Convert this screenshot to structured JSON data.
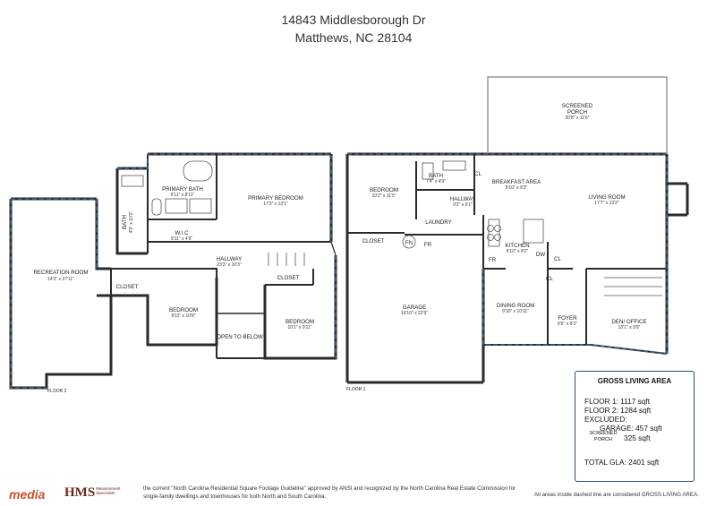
{
  "header": {
    "address_line1": "14843 Middlesborough Dr",
    "address_line2": "Matthews, NC  28104"
  },
  "floor2": {
    "label": "FLOOR 2",
    "rooms": {
      "recreation": {
        "name": "RECREATION ROOM",
        "dims": "14'3\" x 27'11\""
      },
      "primary_bath": {
        "name": "PRIMARY BATH",
        "dims": "9'11\" x 8'11\""
      },
      "primary_bedroom": {
        "name": "PRIMARY BEDROOM",
        "dims": "17'3\" x 13'1\""
      },
      "bath": {
        "name": "BATH",
        "dims": "4'9\" x 10'2\""
      },
      "wic": {
        "name": "W.I.C",
        "dims": "9'11\" x 4'9\""
      },
      "hallway": {
        "name": "HALLWAY",
        "dims": "23'3\" x 10'3\""
      },
      "closet1": {
        "name": "CLOSET"
      },
      "closet2": {
        "name": "CLOSET"
      },
      "bedroom1": {
        "name": "BEDROOM",
        "dims": "9'11\" x 10'8\""
      },
      "bedroom2": {
        "name": "BEDROOM",
        "dims": "10'1\" x 9'11\""
      },
      "open_below": {
        "name": "OPEN TO BELOW"
      }
    }
  },
  "floor1": {
    "label": "FLOOR 1",
    "rooms": {
      "screened_porch": {
        "name": "SCREENED",
        "name2": "PORCH",
        "dims": "20'8\" x 11'6\""
      },
      "bedroom": {
        "name": "BEDROOM",
        "dims": "10'2\" x 11'5\""
      },
      "bath": {
        "name": "BATH",
        "dims": "7'4\" x 4'9\""
      },
      "hallway": {
        "name": "HALLWAY",
        "dims": "9'2\" x 6'1\""
      },
      "breakfast": {
        "name": "BREAKFAST AREA",
        "dims": "9'10\" x 9'3\""
      },
      "living": {
        "name": "LIVING ROOM",
        "dims": "17'7\" x 13'2\""
      },
      "laundry": {
        "name": "LAUNDRY"
      },
      "closet": {
        "name": "CLOSET"
      },
      "kitchen": {
        "name": "KITCHEN",
        "dims": "9'10\" x 8'2\""
      },
      "garage": {
        "name": "GARAGE",
        "dims": "19'10\" x 22'9\""
      },
      "dining": {
        "name": "DINING ROOM",
        "dims": "9'10\" x 10'11\""
      },
      "foyer": {
        "name": "FOYER",
        "dims": "6'6\" x 8'3\""
      },
      "den": {
        "name": "DEN/ OFFICE",
        "dims": "10'1\" x 9'9\""
      },
      "fn": "FN",
      "fr": "FR",
      "fr2": "FR",
      "dw": "DW",
      "cl": "CL",
      "cl2": "CL",
      "cl3": "CL"
    }
  },
  "gla": {
    "title": "GROSS LIVING AREA",
    "floor1": "FLOOR 1: 1117 sqft",
    "floor2": "FLOOR 2: 1284 sqft",
    "excluded": "EXCLUDED:",
    "garage": "GARAGE: 457 sqft",
    "screened_label": "SCREENED\nPORCH",
    "screened_value": "325 sqft",
    "total": "TOTAL GLA: 2401 sqft"
  },
  "footer": {
    "disclaimer": "the current \"North Carolina Residential Square Footage Guideline\" approved by ANSI and recognized by the North Carolina Real Estate Commission for single-family dwellings and townhouses for both North and South Carolina.",
    "note": "All areas inside dashed line are considered GROSS LIVING AREA.",
    "logo1": "media",
    "logo2": "HMS",
    "logo2_sub": "Measurement\nSpecialists"
  },
  "colors": {
    "wall": "#2a2a2a",
    "gla_dash": "#3f5f86",
    "box_border": "#2c4a70",
    "logo_media": "#c2512a",
    "logo_hms": "#6a2a1e"
  }
}
